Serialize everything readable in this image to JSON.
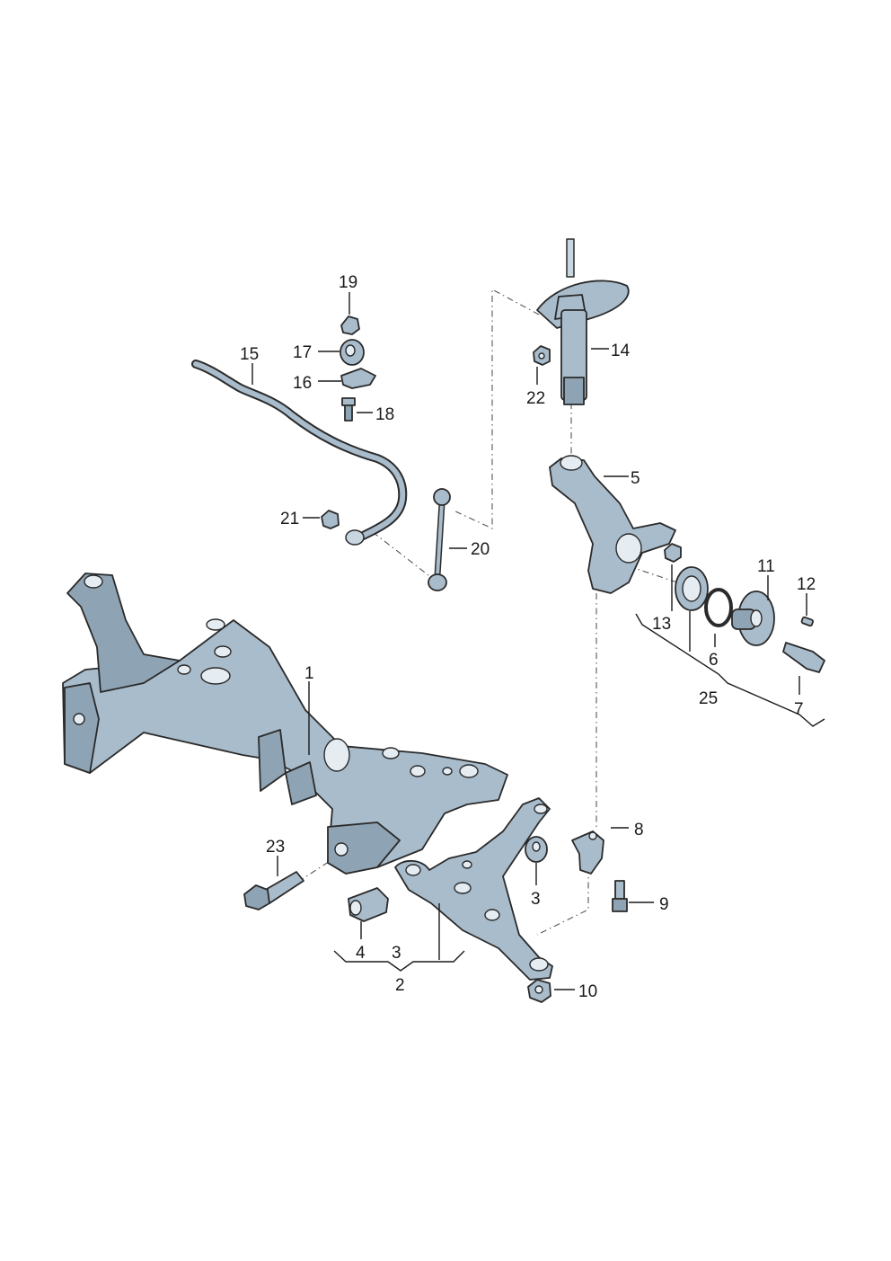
{
  "diagram": {
    "callouts": [
      "1",
      "2",
      "3",
      "3",
      "4",
      "5",
      "6",
      "7",
      "8",
      "9",
      "10",
      "11",
      "12",
      "13",
      "14",
      "15",
      "16",
      "17",
      "18",
      "19",
      "20",
      "21",
      "22",
      "23",
      "25"
    ]
  }
}
